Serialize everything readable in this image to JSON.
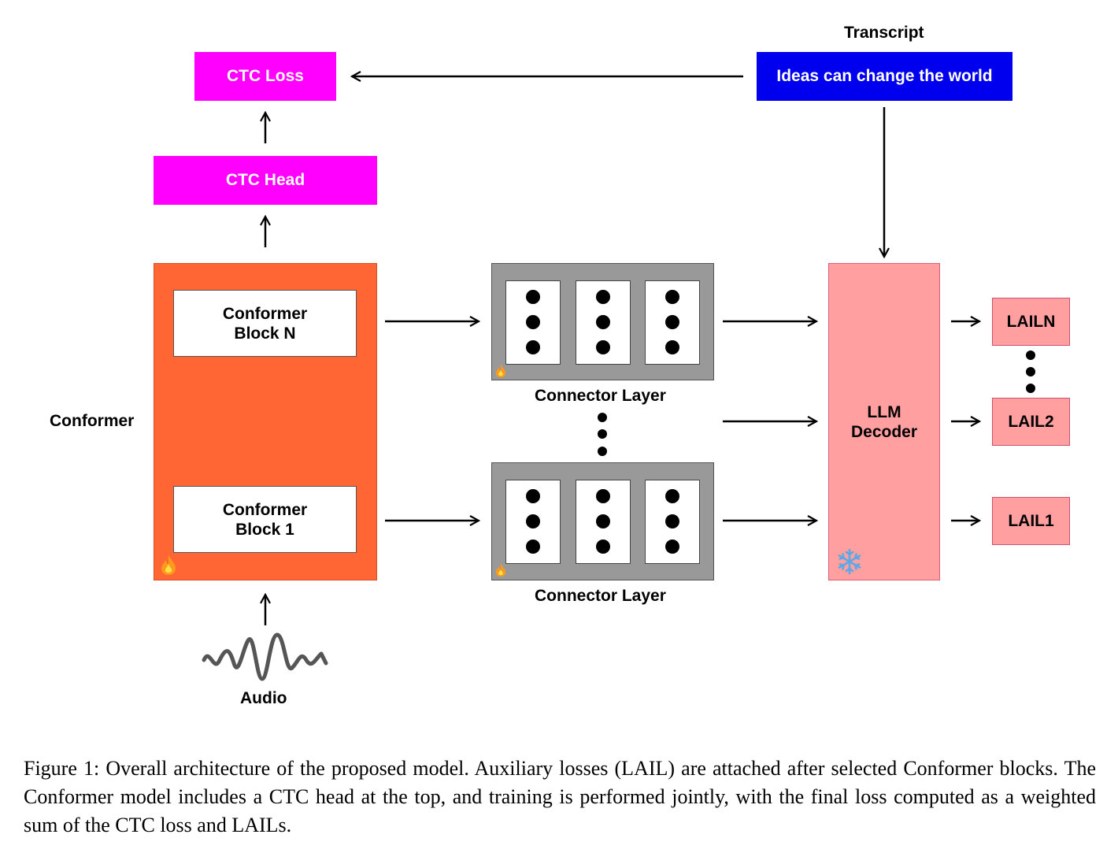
{
  "diagram": {
    "transcript_label": "Transcript",
    "transcript_text": "Ideas can change the world",
    "ctc_loss": "CTC Loss",
    "ctc_head": "CTC Head",
    "conformer_label": "Conformer",
    "conformer_block_n": "Conformer\nBlock N",
    "conformer_block_1": "Conformer\nBlock 1",
    "connector_top_label": "Connector Layer",
    "connector_bottom_label": "Connector Layer",
    "llm_decoder": "LLM\nDecoder",
    "lail_n": "LAILN",
    "lail_2": "LAIL2",
    "lail_1": "LAIL1",
    "audio_label": "Audio",
    "colors": {
      "ctc": "#ff00ff",
      "transcript": "#0000ee",
      "conformer": "#ff6633",
      "connector": "#999999",
      "llm": "#ff9f9f"
    },
    "icons": [
      "fire-icon",
      "snowflake-icon",
      "audio-wave-icon"
    ]
  },
  "caption": "Figure 1: Overall architecture of the proposed model. Auxiliary losses (LAIL) are attached after selected Conformer blocks. The Conformer model includes a CTC head at the top, and training is performed jointly, with the final loss computed as a weighted sum of the CTC loss and LAILs."
}
